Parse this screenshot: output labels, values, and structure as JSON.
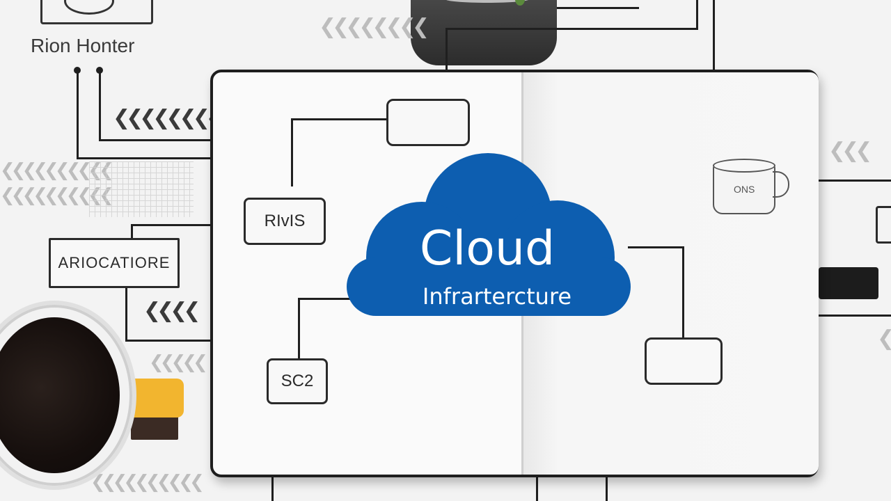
{
  "labels": {
    "top_left": "Rion Honter",
    "rivs_box": "RIvIS",
    "architecture_box": "ARIOCATIORE",
    "sc2_box": "SC2",
    "cloud_title": "Cloud",
    "cloud_subtitle": "Infrartercture",
    "mug_label": "ONS"
  },
  "colors": {
    "cloud": "#0d5eb0",
    "mug_handle": "#f2b52f",
    "lines": "#1f1f1f"
  },
  "icons": [
    "cloud-icon",
    "coffee-mug-icon",
    "small-mug-icon",
    "plant-pot-icon",
    "chevron-arrows-icon"
  ]
}
